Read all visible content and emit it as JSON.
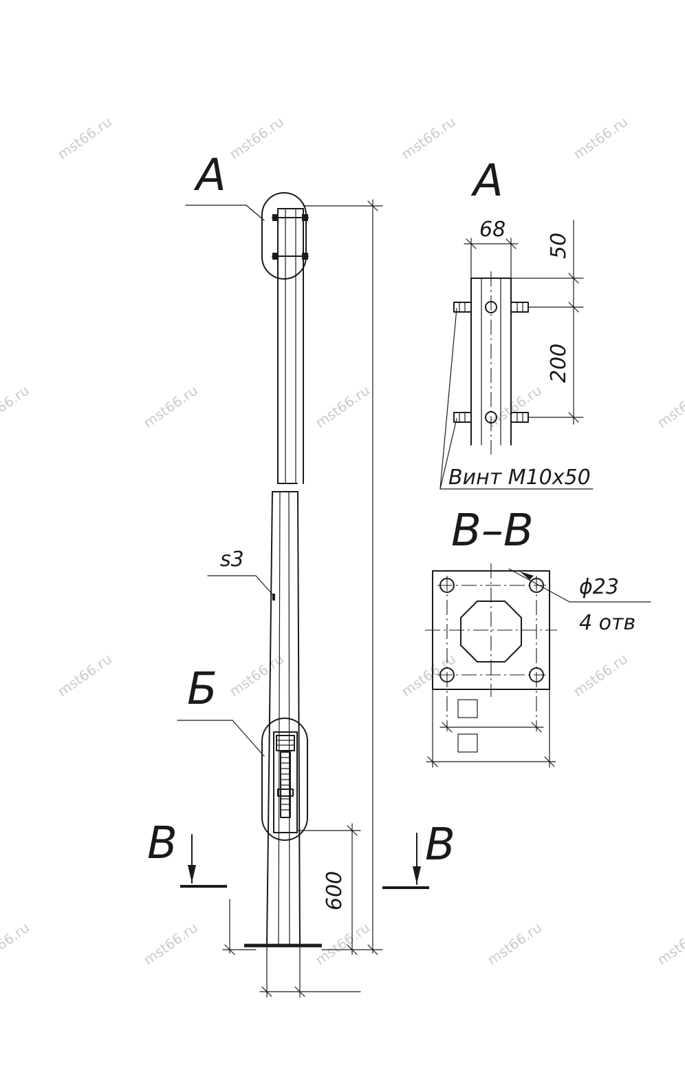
{
  "labels": {
    "view_a_callout": "A",
    "view_a_title": "A",
    "view_b_callout": "Б",
    "section_mark_left": "В",
    "section_mark_right": "В",
    "section_title": "В–В",
    "thickness": "s3"
  },
  "dimensions": {
    "width_68": "68",
    "top_50": "50",
    "spacing_200": "200",
    "height_600": "600",
    "hole_diameter": "ϕ23",
    "hole_count": "4 отв"
  },
  "notes": {
    "screw": "Винт М10х50"
  },
  "watermarks": [
    "mst66.ru",
    "mst66.ru",
    "mst66.ru",
    "mst66.ru",
    "mst66.ru",
    "mst66.ru",
    "mst66.ru",
    "mst66.ru",
    "mst66.ru",
    "mst66.ru",
    "mst66.ru",
    "mst66.ru",
    "mst66.ru",
    "mst66.ru",
    "mst66.ru",
    "mst66.ru",
    "mst66.ru",
    "mst66.ru"
  ]
}
